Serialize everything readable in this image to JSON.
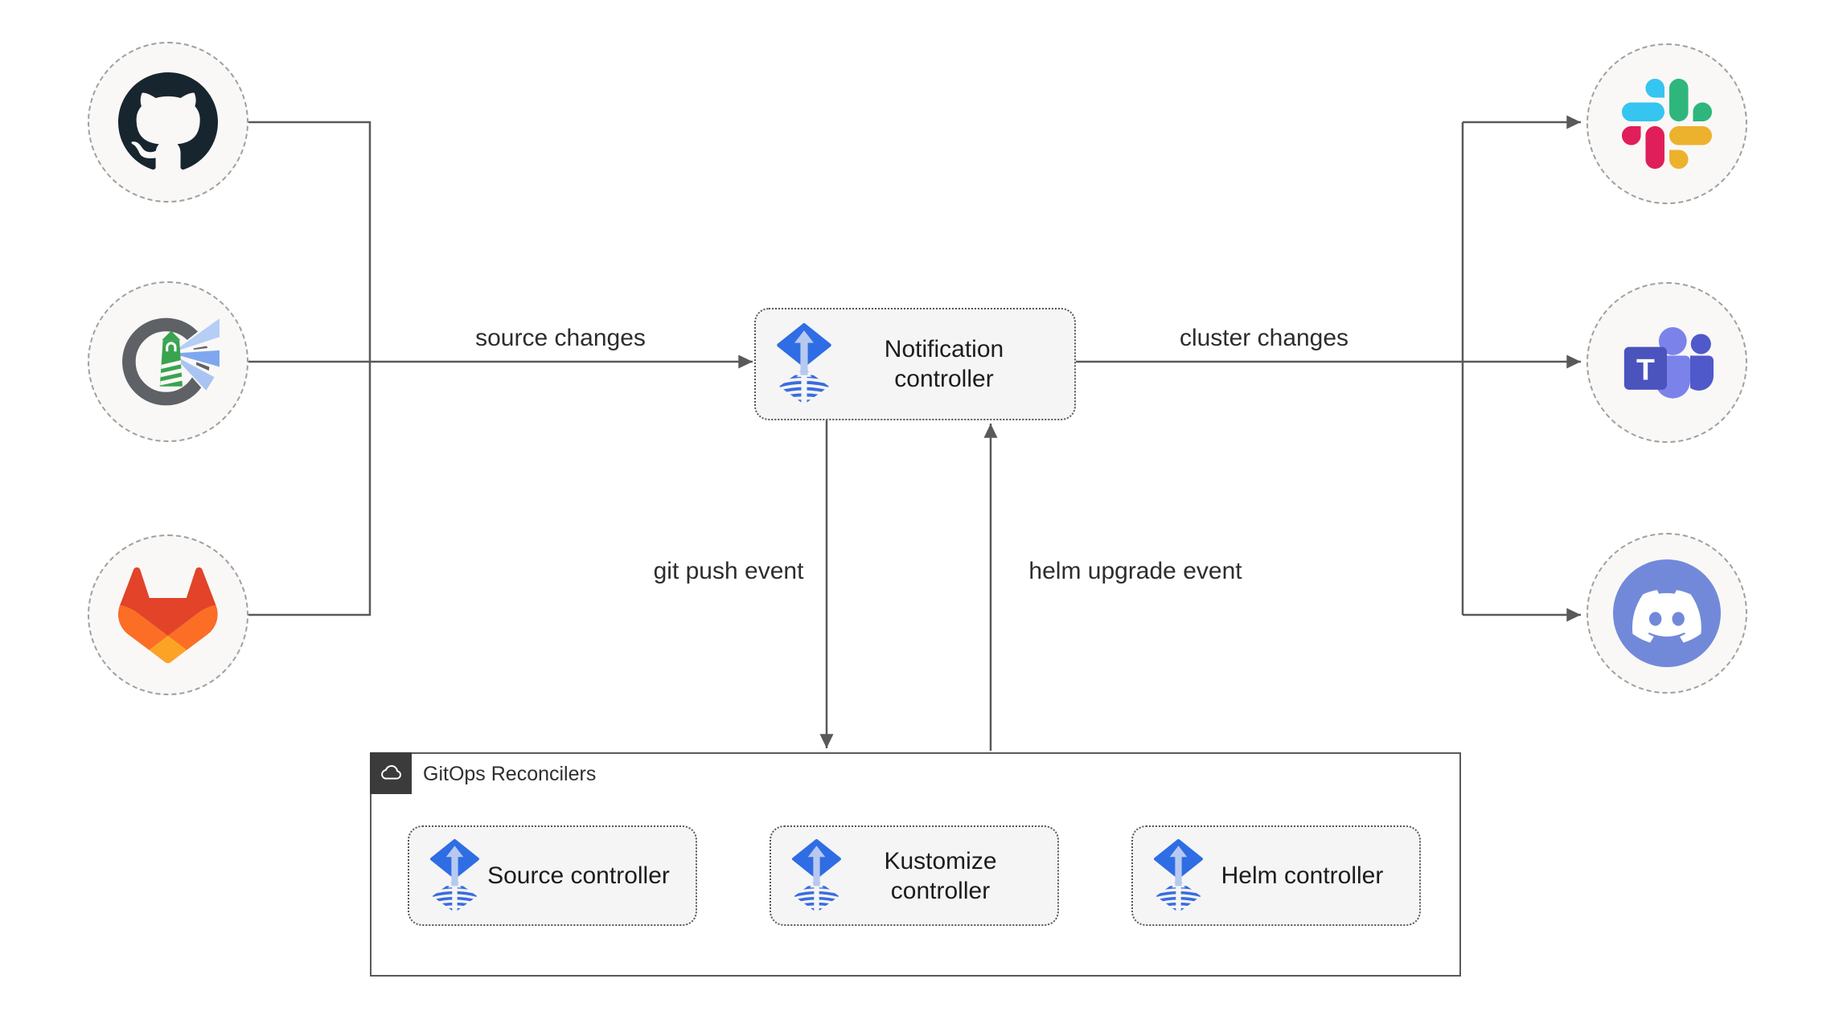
{
  "group": {
    "title": "GitOps Reconcilers"
  },
  "nodes": {
    "notification": {
      "label": "Notification controller"
    },
    "source": {
      "label": "Source controller"
    },
    "kustomize": {
      "label": "Kustomize controller"
    },
    "helm": {
      "label": "Helm controller"
    }
  },
  "edges": {
    "source_changes": {
      "label": "source changes"
    },
    "cluster_changes": {
      "label": "cluster changes"
    },
    "git_push_event": {
      "label": "git push event"
    },
    "helm_upgrade_event": {
      "label": "helm upgrade event"
    }
  },
  "integrations": {
    "sources": [
      {
        "name": "github",
        "icon": "github-icon"
      },
      {
        "name": "harbor",
        "icon": "harbor-icon"
      },
      {
        "name": "gitlab",
        "icon": "gitlab-icon"
      }
    ],
    "notifications": [
      {
        "name": "slack",
        "icon": "slack-icon"
      },
      {
        "name": "microsoft-teams",
        "icon": "microsoft-teams-icon"
      },
      {
        "name": "discord",
        "icon": "discord-icon"
      }
    ]
  },
  "colors": {
    "connector": "#595959",
    "node_fill": "#f5f5f5",
    "node_border": "#565656",
    "circle_fill": "#f9f8f6",
    "circle_border": "#a0a0a0",
    "group_border": "#595959",
    "badge_background": "#3b3b3b",
    "text": "#1c1c1c",
    "flux_blue": "#2f6de4",
    "flux_light_blue": "#b7c9ef",
    "github_dark": "#17252f",
    "gitlab_red": "#e24329",
    "gitlab_orange": "#fc6d26",
    "gitlab_yellow": "#fca326",
    "slack_blue": "#36c5f0",
    "slack_green": "#2eb67d",
    "slack_yellow": "#ecb22e",
    "slack_pink": "#e01e5a",
    "teams_purple": "#4b53bc",
    "teams_light": "#7b83eb",
    "teams_mid": "#5059c9",
    "discord_blurple": "#7289da",
    "harbor_gray": "#5e6166",
    "harbor_green": "#3aa34f",
    "harbor_beam": "#a9c4f2"
  }
}
